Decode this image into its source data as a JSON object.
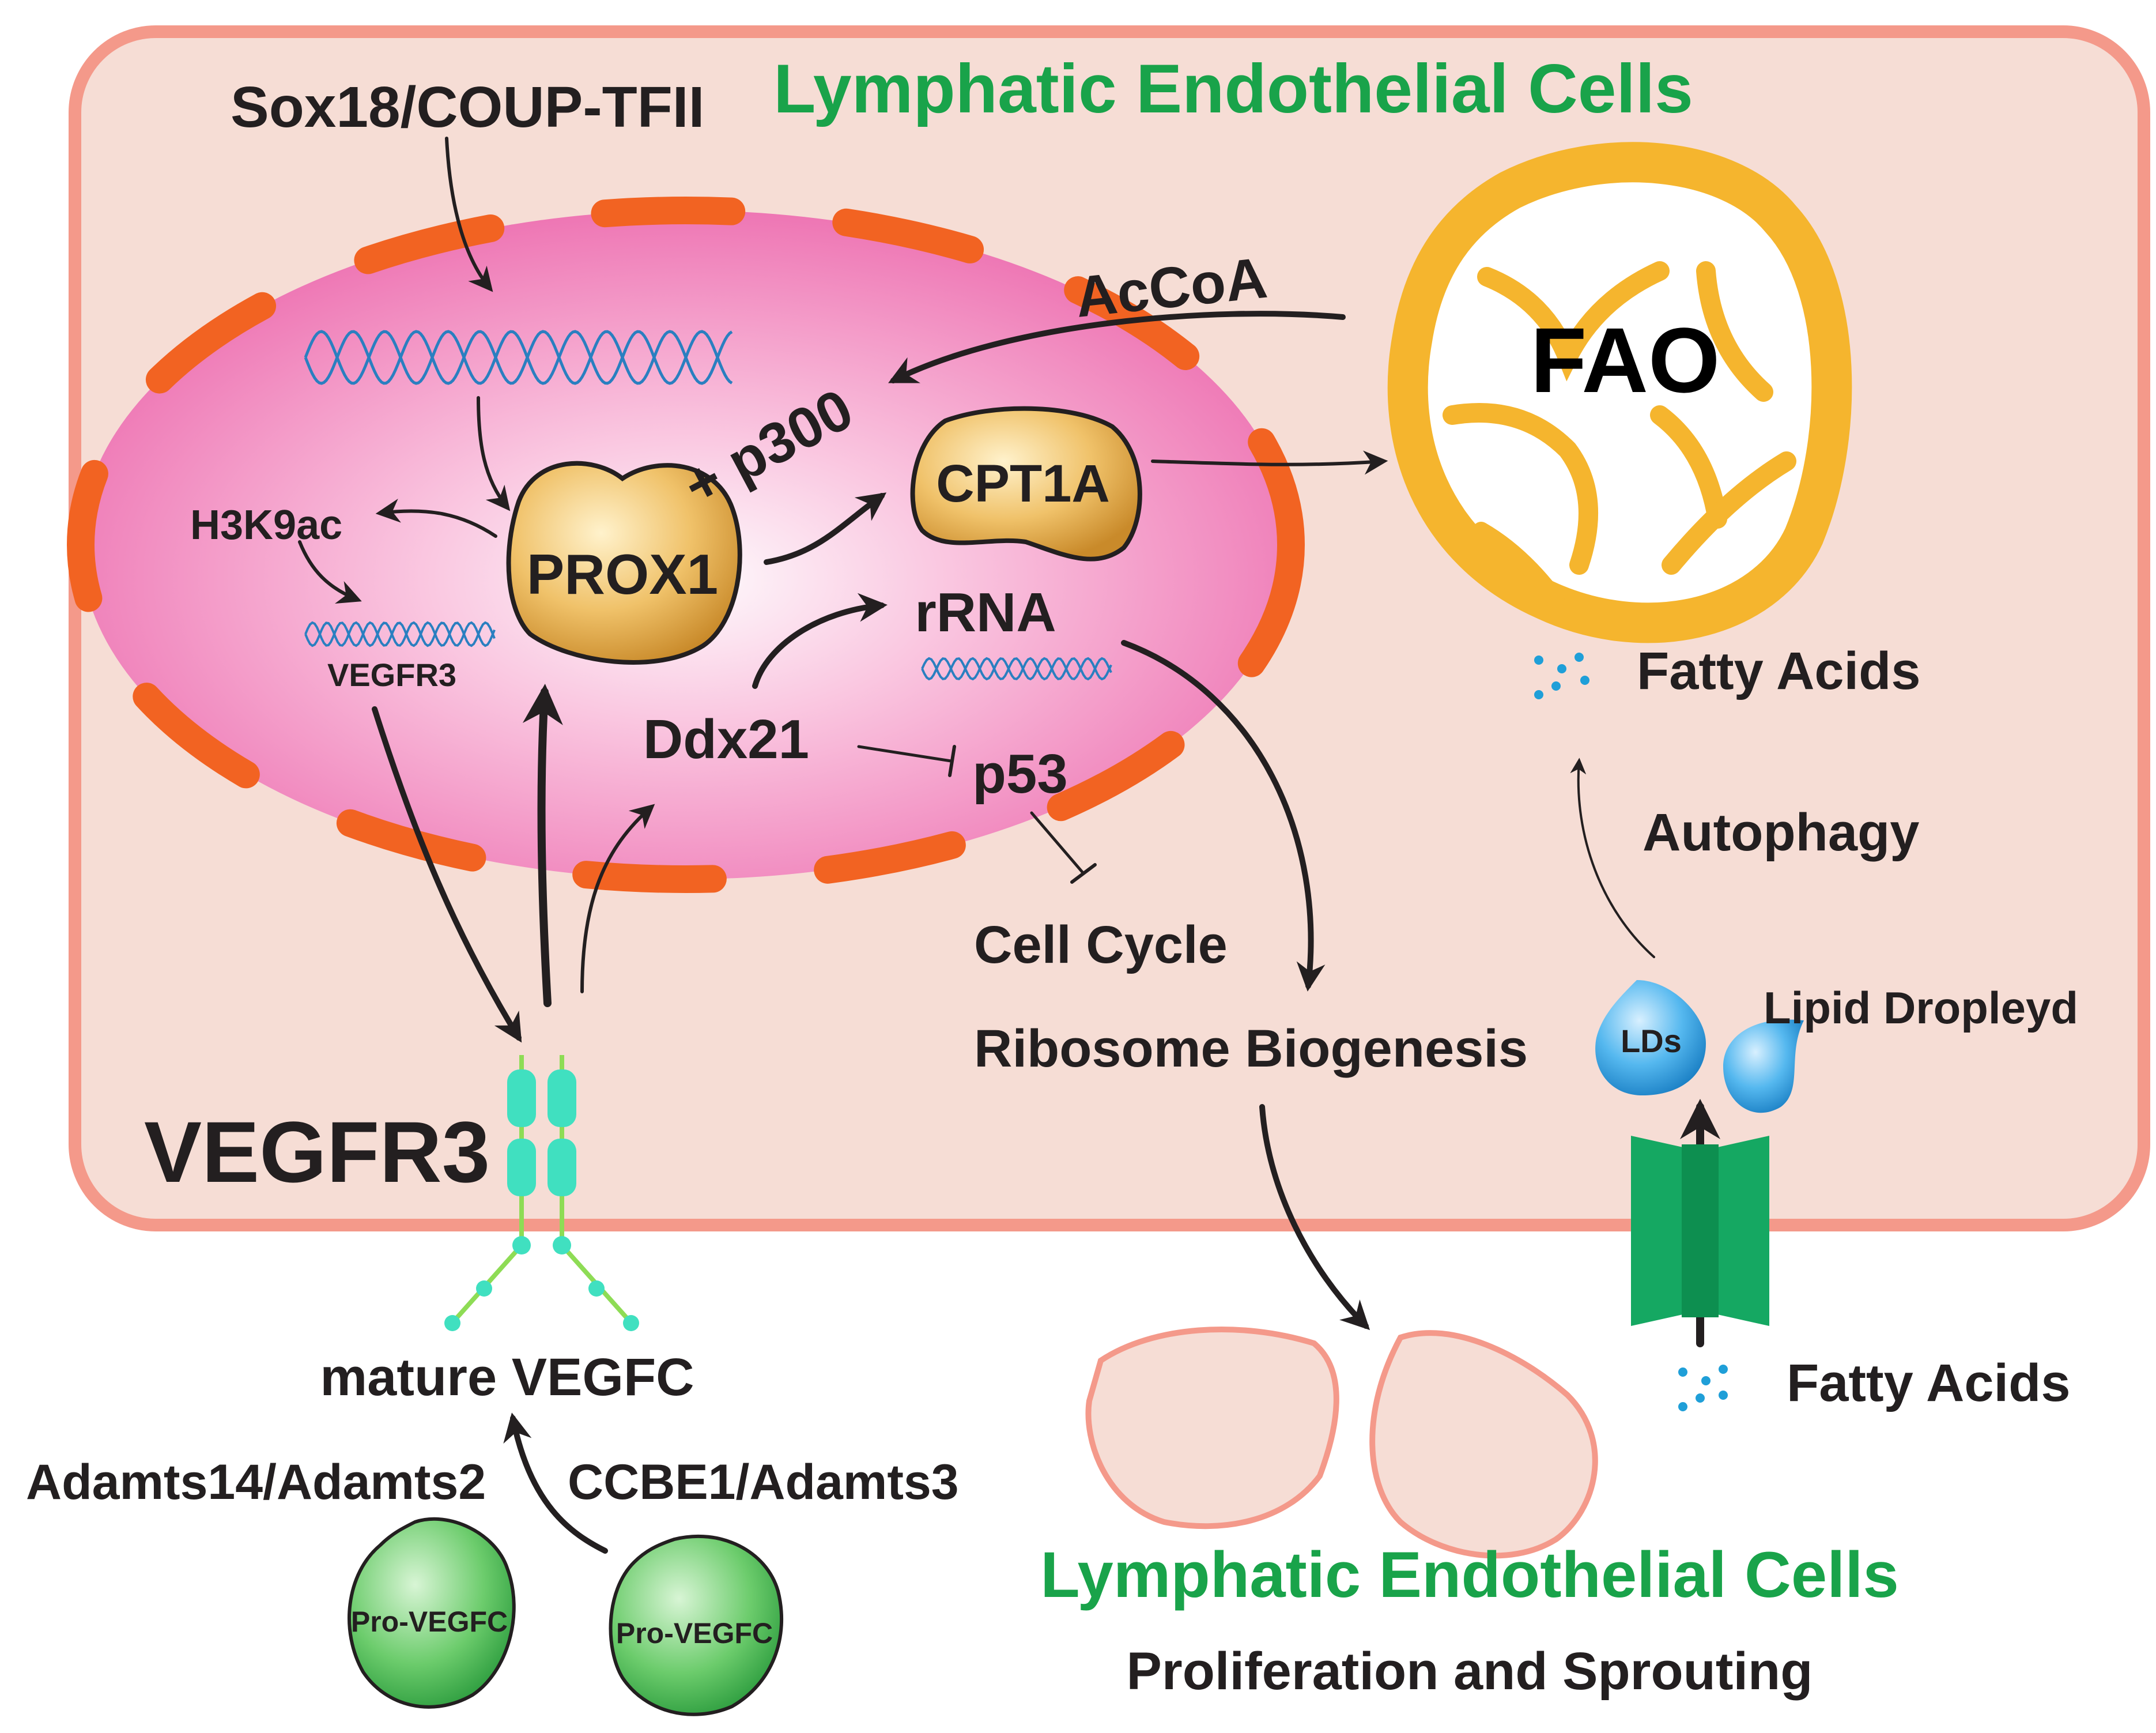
{
  "labels": {
    "cell_title_top": "Lymphatic Endothelial Cells",
    "sox18": "Sox18/COUP-TFII",
    "accoa": "AcCoA",
    "fao": "FAO",
    "p300": "+ p300",
    "cpt1a": "CPT1A",
    "h3k9ac": "H3K9ac",
    "prox1": "PROX1",
    "vegfr3_gene": "VEGFR3",
    "rrna": "rRNA",
    "ddx21": "Ddx21",
    "p53": "p53",
    "cell_cycle": "Cell Cycle",
    "ribosome_biogenesis": "Ribosome Biogenesis",
    "fatty_acids_inside": "Fatty Acids",
    "autophagy": "Autophagy",
    "lds": "LDs",
    "lipid_droplet": "Lipid Dropleyd",
    "vegfr3_receptor": "VEGFR3",
    "mature_vegfc": "mature VEGFC",
    "adamts14": "Adamts14/Adamts2",
    "ccbe1": "CCBE1/Adamts3",
    "pro_vegfc_1": "Pro-VEGFC",
    "pro_vegfc_2": "Pro-VEGFC",
    "fatty_acids_outside": "Fatty Acids",
    "cell_title_bottom": "Lymphatic Endothelial Cells",
    "proliferation": "Proliferation and Sprouting"
  },
  "colors": {
    "cell_fill": "#f6ddd5",
    "cell_border": "#f4998a",
    "nucleus_membrane": "#f26322",
    "mito": "#f5b52e",
    "green_text": "#19a34a",
    "receptor": "#40e0c0",
    "receptor_stem": "#8edc55",
    "transporter": "#15a862",
    "droplet": "#1f9fd8",
    "dna": "#2a7fc0",
    "pro_vegfc": "#52bd5d"
  }
}
